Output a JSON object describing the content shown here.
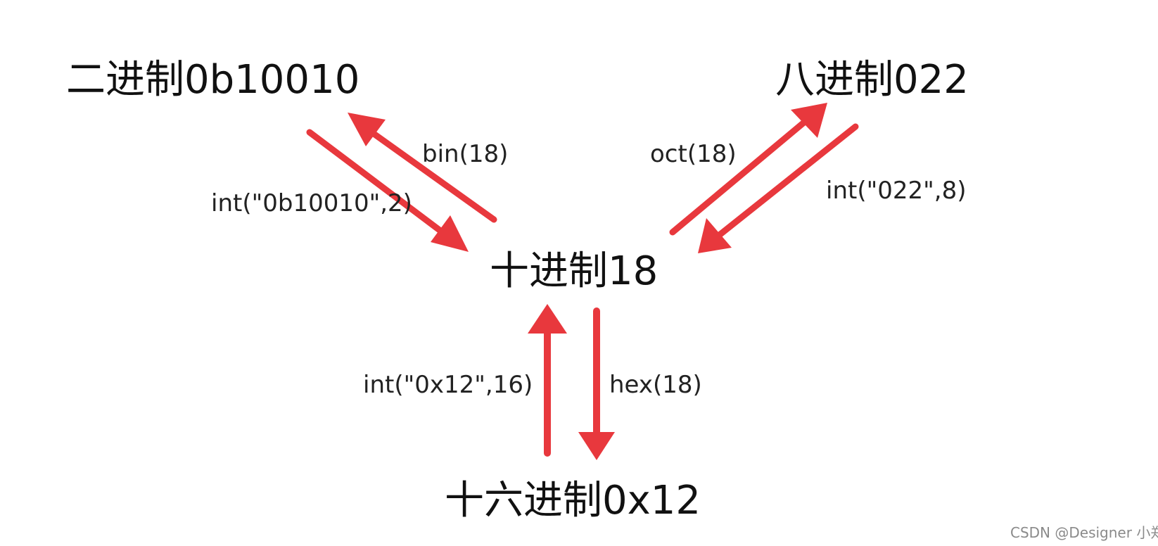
{
  "colors": {
    "arrow": "#e8383d",
    "text": "#111111",
    "watermark": "#8a8a8a"
  },
  "nodes": {
    "binary": "二进制0b10010",
    "octal": "八进制022",
    "decimal": "十进制18",
    "hexadecimal": "十六进制0x12"
  },
  "edges": {
    "bin": "bin(18)",
    "int_bin": "int(\"0b10010\",2)",
    "oct": "oct(18)",
    "int_oct": "int(\"022\",8)",
    "int_hex": "int(\"0x12\",16)",
    "hex": "hex(18)"
  },
  "watermark": "CSDN @Designer 小郑"
}
